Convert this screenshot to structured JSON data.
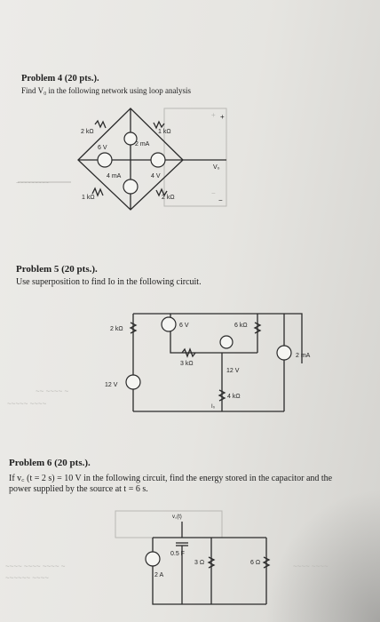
{
  "problem4": {
    "heading": "Problem 4 (20 pts.).",
    "text": "Find V₀ in the following network using loop analysis",
    "labels": {
      "r_top_left": "2 kΩ",
      "r_top_right": "1 kΩ",
      "r_bottom_left": "1 kΩ",
      "r_bottom_right": "2 kΩ",
      "v_left": "6 V",
      "i_center": "2 mA",
      "i_left": "4 mA",
      "v_right": "4 V",
      "plus": "+",
      "minus": "−",
      "vout": "V₀"
    }
  },
  "problem5": {
    "heading": "Problem 5 (20 pts.).",
    "text": "Use superposition to find Io in the following circuit.",
    "labels": {
      "r_left": "2 kΩ",
      "v_top": "6 V",
      "r_top_right": "6 kΩ",
      "r_mid": "3 kΩ",
      "v_mid": "12 V",
      "r_mid2": "4 kΩ",
      "i_right": "2 mA",
      "v_left": "12 V",
      "io": "I₀"
    }
  },
  "problem6": {
    "heading": "Problem 6 (20 pts.).",
    "text1": "If v꜀ (t = 2 s) = 10 V in the following circuit, find the energy stored in the capacitor and the",
    "text2": "power supplied by the source at t = 6 s.",
    "labels": {
      "vc": "v꜀(t)",
      "cap": "0.5 F",
      "r1": "3 Ω",
      "r2": "6 Ω",
      "isrc": "2 A"
    }
  }
}
